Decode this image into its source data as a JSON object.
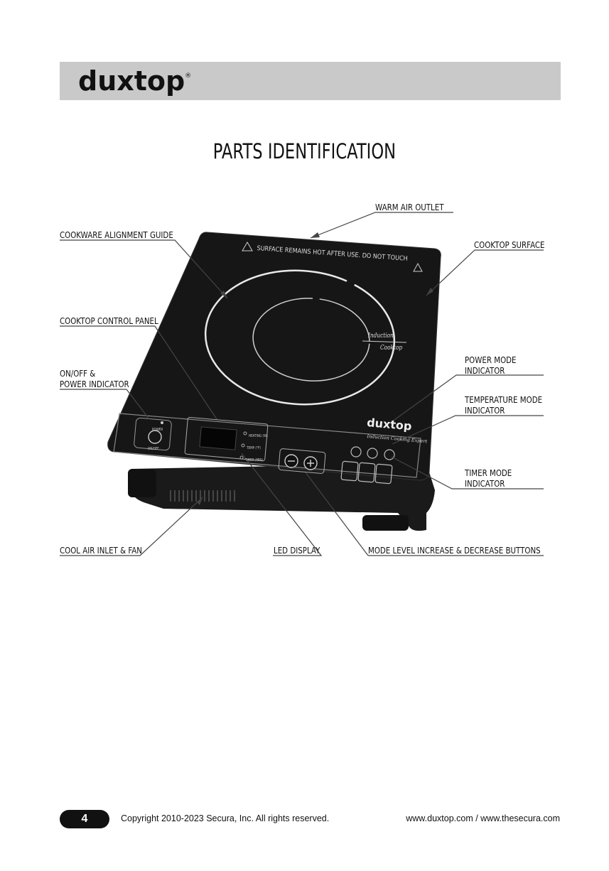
{
  "header": {
    "logo_text": "duxtop",
    "logo_mark": "®"
  },
  "title": "PARTS IDENTIFICATION",
  "labels": {
    "warm_air_outlet": "WARM AIR OUTLET",
    "cookware_alignment_guide": "COOKWARE ALIGNMENT GUIDE",
    "cooktop_surface": "COOKTOP SURFACE",
    "cooktop_control_panel": "COOKTOP CONTROL PANEL",
    "on_off_1": "ON/OFF &",
    "on_off_2": "POWER INDICATOR",
    "power_mode_1": "POWER MODE",
    "power_mode_2": "INDICATOR",
    "temp_mode_1": "TEMPERATURE MODE",
    "temp_mode_2": "INDICATOR",
    "timer_mode_1": "TIMER MODE",
    "timer_mode_2": "INDICATOR",
    "cool_air_inlet": "COOL AIR INLET & FAN",
    "led_display": "LED DISPLAY",
    "mode_level_buttons": "MODE LEVEL INCREASE & DECREASE BUTTONS"
  },
  "device": {
    "warning": "SURFACE REMAINS HOT AFTER USE. DO NOT TOUCH",
    "induction_1": "Induction",
    "induction_2": "Cooktop",
    "brand": "duxtop",
    "brand_tagline": "Induction Cooking Expert",
    "power_label": "POWER",
    "on_off_label": "ON/OFF",
    "heating_label": "HEATING (W)",
    "temp_label": "TEMP (°F)",
    "timer_label": "TIMER (MIN)"
  },
  "footer": {
    "page_number": "4",
    "copyright": "Copyright 2010-2023 Secura, Inc. All rights reserved.",
    "website": "www.duxtop.com / www.thesecura.com"
  }
}
